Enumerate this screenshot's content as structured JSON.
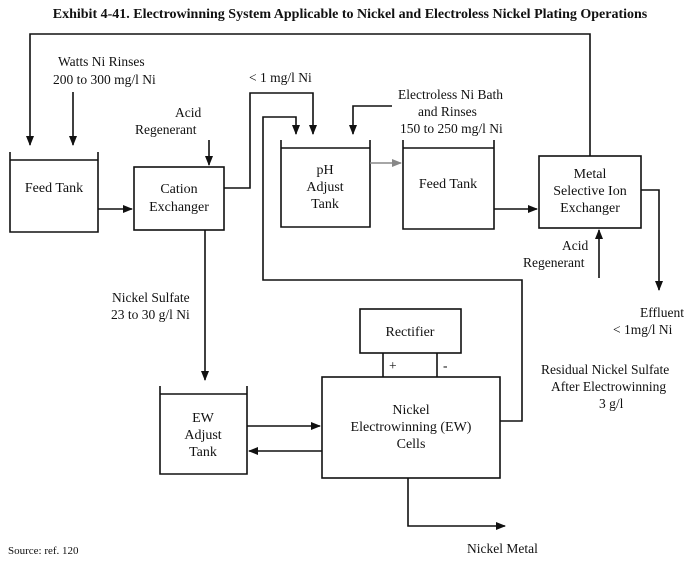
{
  "title": "Exhibit 4-41. Electrowinning System Applicable to Nickel and Electroless Nickel Plating Operations",
  "source": "Source: ref. 120",
  "boxes": {
    "feed_tank_1": "Feed Tank",
    "cation_exchanger": [
      "Cation",
      "Exchanger"
    ],
    "ph_adjust_tank": [
      "pH",
      "Adjust",
      "Tank"
    ],
    "feed_tank_2": "Feed Tank",
    "metal_ion_exchanger": [
      "Metal",
      "Selective Ion",
      "Exchanger"
    ],
    "rectifier": "Rectifier",
    "ew_adjust_tank": [
      "EW",
      "Adjust",
      "Tank"
    ],
    "ew_cells": [
      "Nickel",
      "Electrowinning (EW)",
      "Cells"
    ]
  },
  "labels": {
    "watts": [
      "Watts Ni Rinses",
      "200 to 300 mg/l Ni"
    ],
    "acid_regen_1": [
      "Acid",
      "Regenerant"
    ],
    "lt1": "< 1 mg/l Ni",
    "electroless": [
      "Electroless Ni Bath",
      "and Rinses",
      "150 to 250 mg/l Ni"
    ],
    "acid_regen_2": [
      "Acid",
      "Regenerant"
    ],
    "nickel_sulfate": [
      "Nickel Sulfate",
      "23 to 30 g/l Ni"
    ],
    "effluent": [
      "Effluent",
      "< 1mg/l Ni"
    ],
    "residual": [
      "Residual Nickel Sulfate",
      "After Electrowinning",
      "3 g/l"
    ],
    "plus": "+",
    "minus": "-",
    "nickel_metal": "Nickel Metal"
  }
}
